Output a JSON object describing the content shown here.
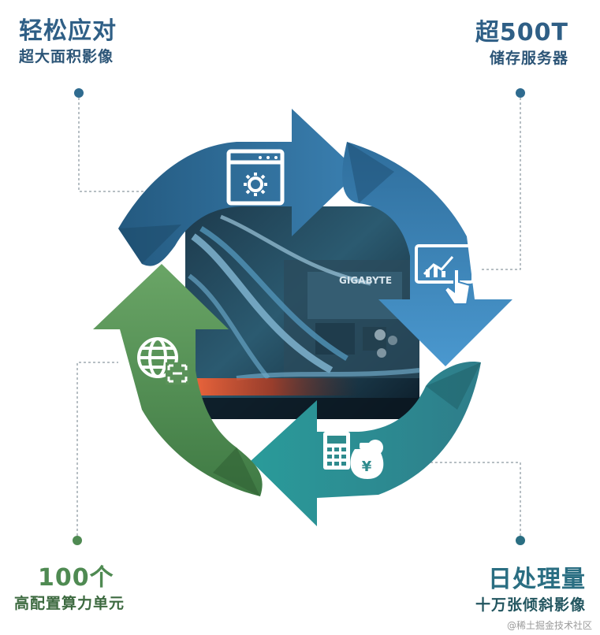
{
  "labels": {
    "top_left": {
      "title": "轻松应对",
      "subtitle": "超大面积影像"
    },
    "top_right": {
      "title": "超500T",
      "subtitle": "储存服务器"
    },
    "bottom_left": {
      "title": "100个",
      "subtitle": "高配置算力单元"
    },
    "bottom_right": {
      "title": "日处理量",
      "subtitle": "十万张倾斜影像"
    }
  },
  "photo": {
    "brand": "GIGABYTE"
  },
  "watermark": "@稀土掘金技术社区",
  "icons": {
    "top": "browser-gear-icon",
    "right": "touch-chart-icon",
    "bottom": "calculator-money-icon",
    "left": "globe-scan-icon"
  },
  "colors": {
    "arrow_top": "#2f6b96",
    "arrow_right": "#3f88bf",
    "arrow_bottom": "#2e8b8d",
    "arrow_left": "#5a9259",
    "connector_dot": "#2f6b8f",
    "connector_line": "#6f7f8a"
  }
}
